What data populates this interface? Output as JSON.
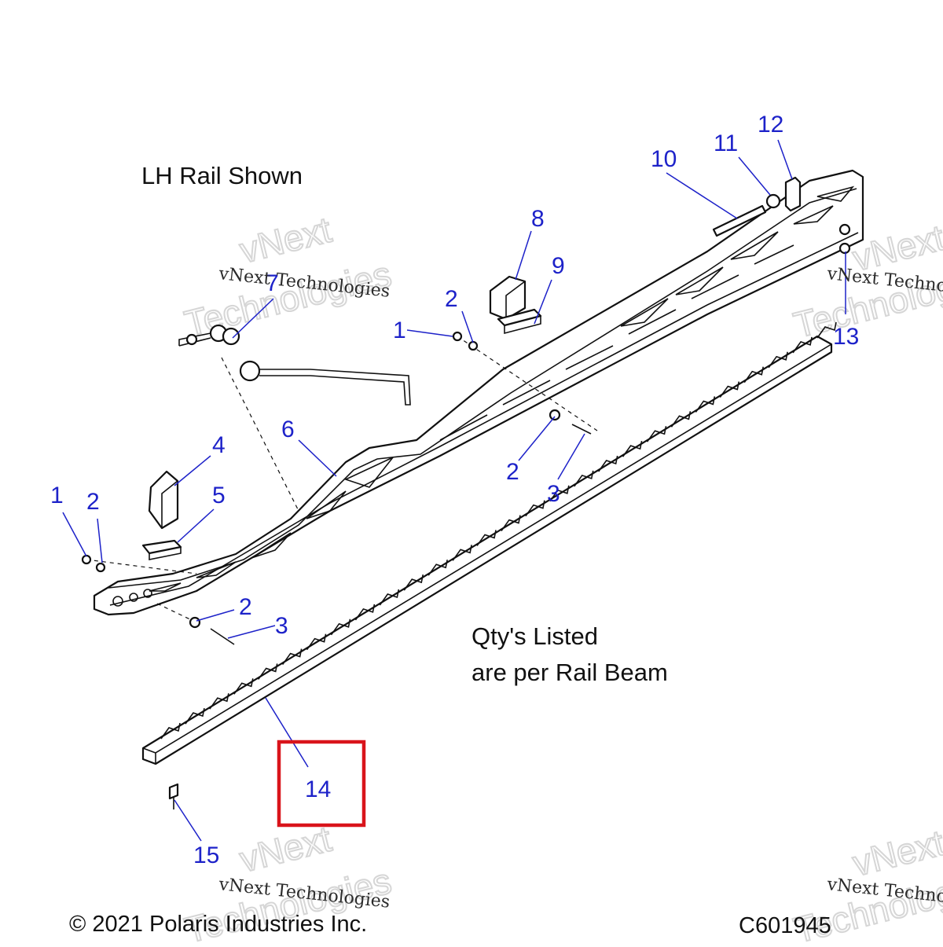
{
  "notes": {
    "view": "LH Rail Shown",
    "qty_line1": "Qty's Listed",
    "qty_line2": "are per Rail Beam",
    "copyright": "© 2021 Polaris Industries Inc.",
    "drawing_id": "C601945"
  },
  "watermark": {
    "company": "vNext Technologies",
    "word1": "vNext",
    "word2": "Technologies"
  },
  "callouts": [
    "1",
    "2",
    "3",
    "4",
    "5",
    "6",
    "7",
    "8",
    "9",
    "10",
    "11",
    "12",
    "13",
    "14",
    "15"
  ],
  "highlight": {
    "callout": "14",
    "color": "#d9141b"
  },
  "colors": {
    "callout": "#1d22c9",
    "line": "#111111"
  }
}
